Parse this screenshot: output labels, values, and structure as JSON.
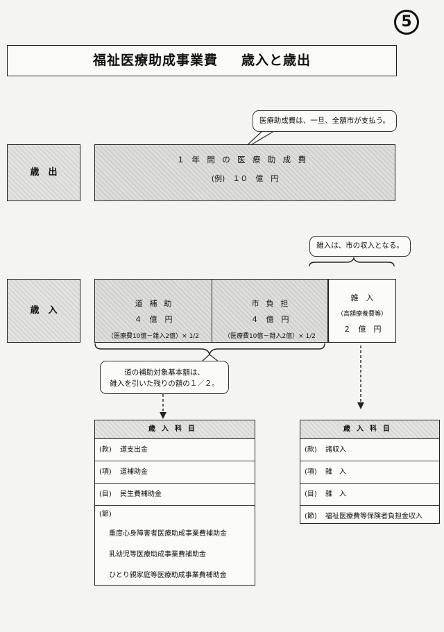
{
  "page_number": "5",
  "title": {
    "left": "福祉医療助成事業費",
    "right": "歳入と歳出"
  },
  "callout_expense": "医療助成費は、一旦、全額市が支払う。",
  "callout_misc": "雑入は、市の収入となる。",
  "callout_subsidy": {
    "line1": "道の補助対象基本額は、",
    "line2": "雑入を引いた残りの額の１／２。"
  },
  "expenditure": {
    "label": "歳　出",
    "title": "１年間の医療助成費",
    "example": "(例)　１０　億　円"
  },
  "revenue": {
    "label": "歳　入",
    "prefecture": {
      "title": "道補助",
      "amount": "４　億　円",
      "formula": "（医療費10億－雑入2億）× 1/2"
    },
    "city": {
      "title": "市負担",
      "amount": "４　億　円",
      "formula": "（医療費10億－雑入2億）× 1/2"
    },
    "misc": {
      "title": "雑　入",
      "sub": "（高額療養費等）",
      "amount": "２　億　円"
    }
  },
  "left_table": {
    "header": "歳入科目",
    "rows": [
      {
        "label": "(款)",
        "value": "道支出金"
      },
      {
        "label": "(項)",
        "value": "道補助金"
      },
      {
        "label": "(目)",
        "value": "民生費補助金"
      }
    ],
    "section_label": "(節)",
    "section_items": [
      "重度心身障害者医療助成事業費補助金",
      "乳幼児等医療助成事業費補助金",
      "ひとり親家庭等医療助成事業費補助金"
    ]
  },
  "right_table": {
    "header": "歳入科目",
    "rows": [
      {
        "label": "(款)",
        "value": "諸収入"
      },
      {
        "label": "(項)",
        "value": "雑　入"
      },
      {
        "label": "(目)",
        "value": "雑　入"
      },
      {
        "label": "(節)",
        "value": "福祉医療費等保険者負担金収入"
      }
    ]
  }
}
